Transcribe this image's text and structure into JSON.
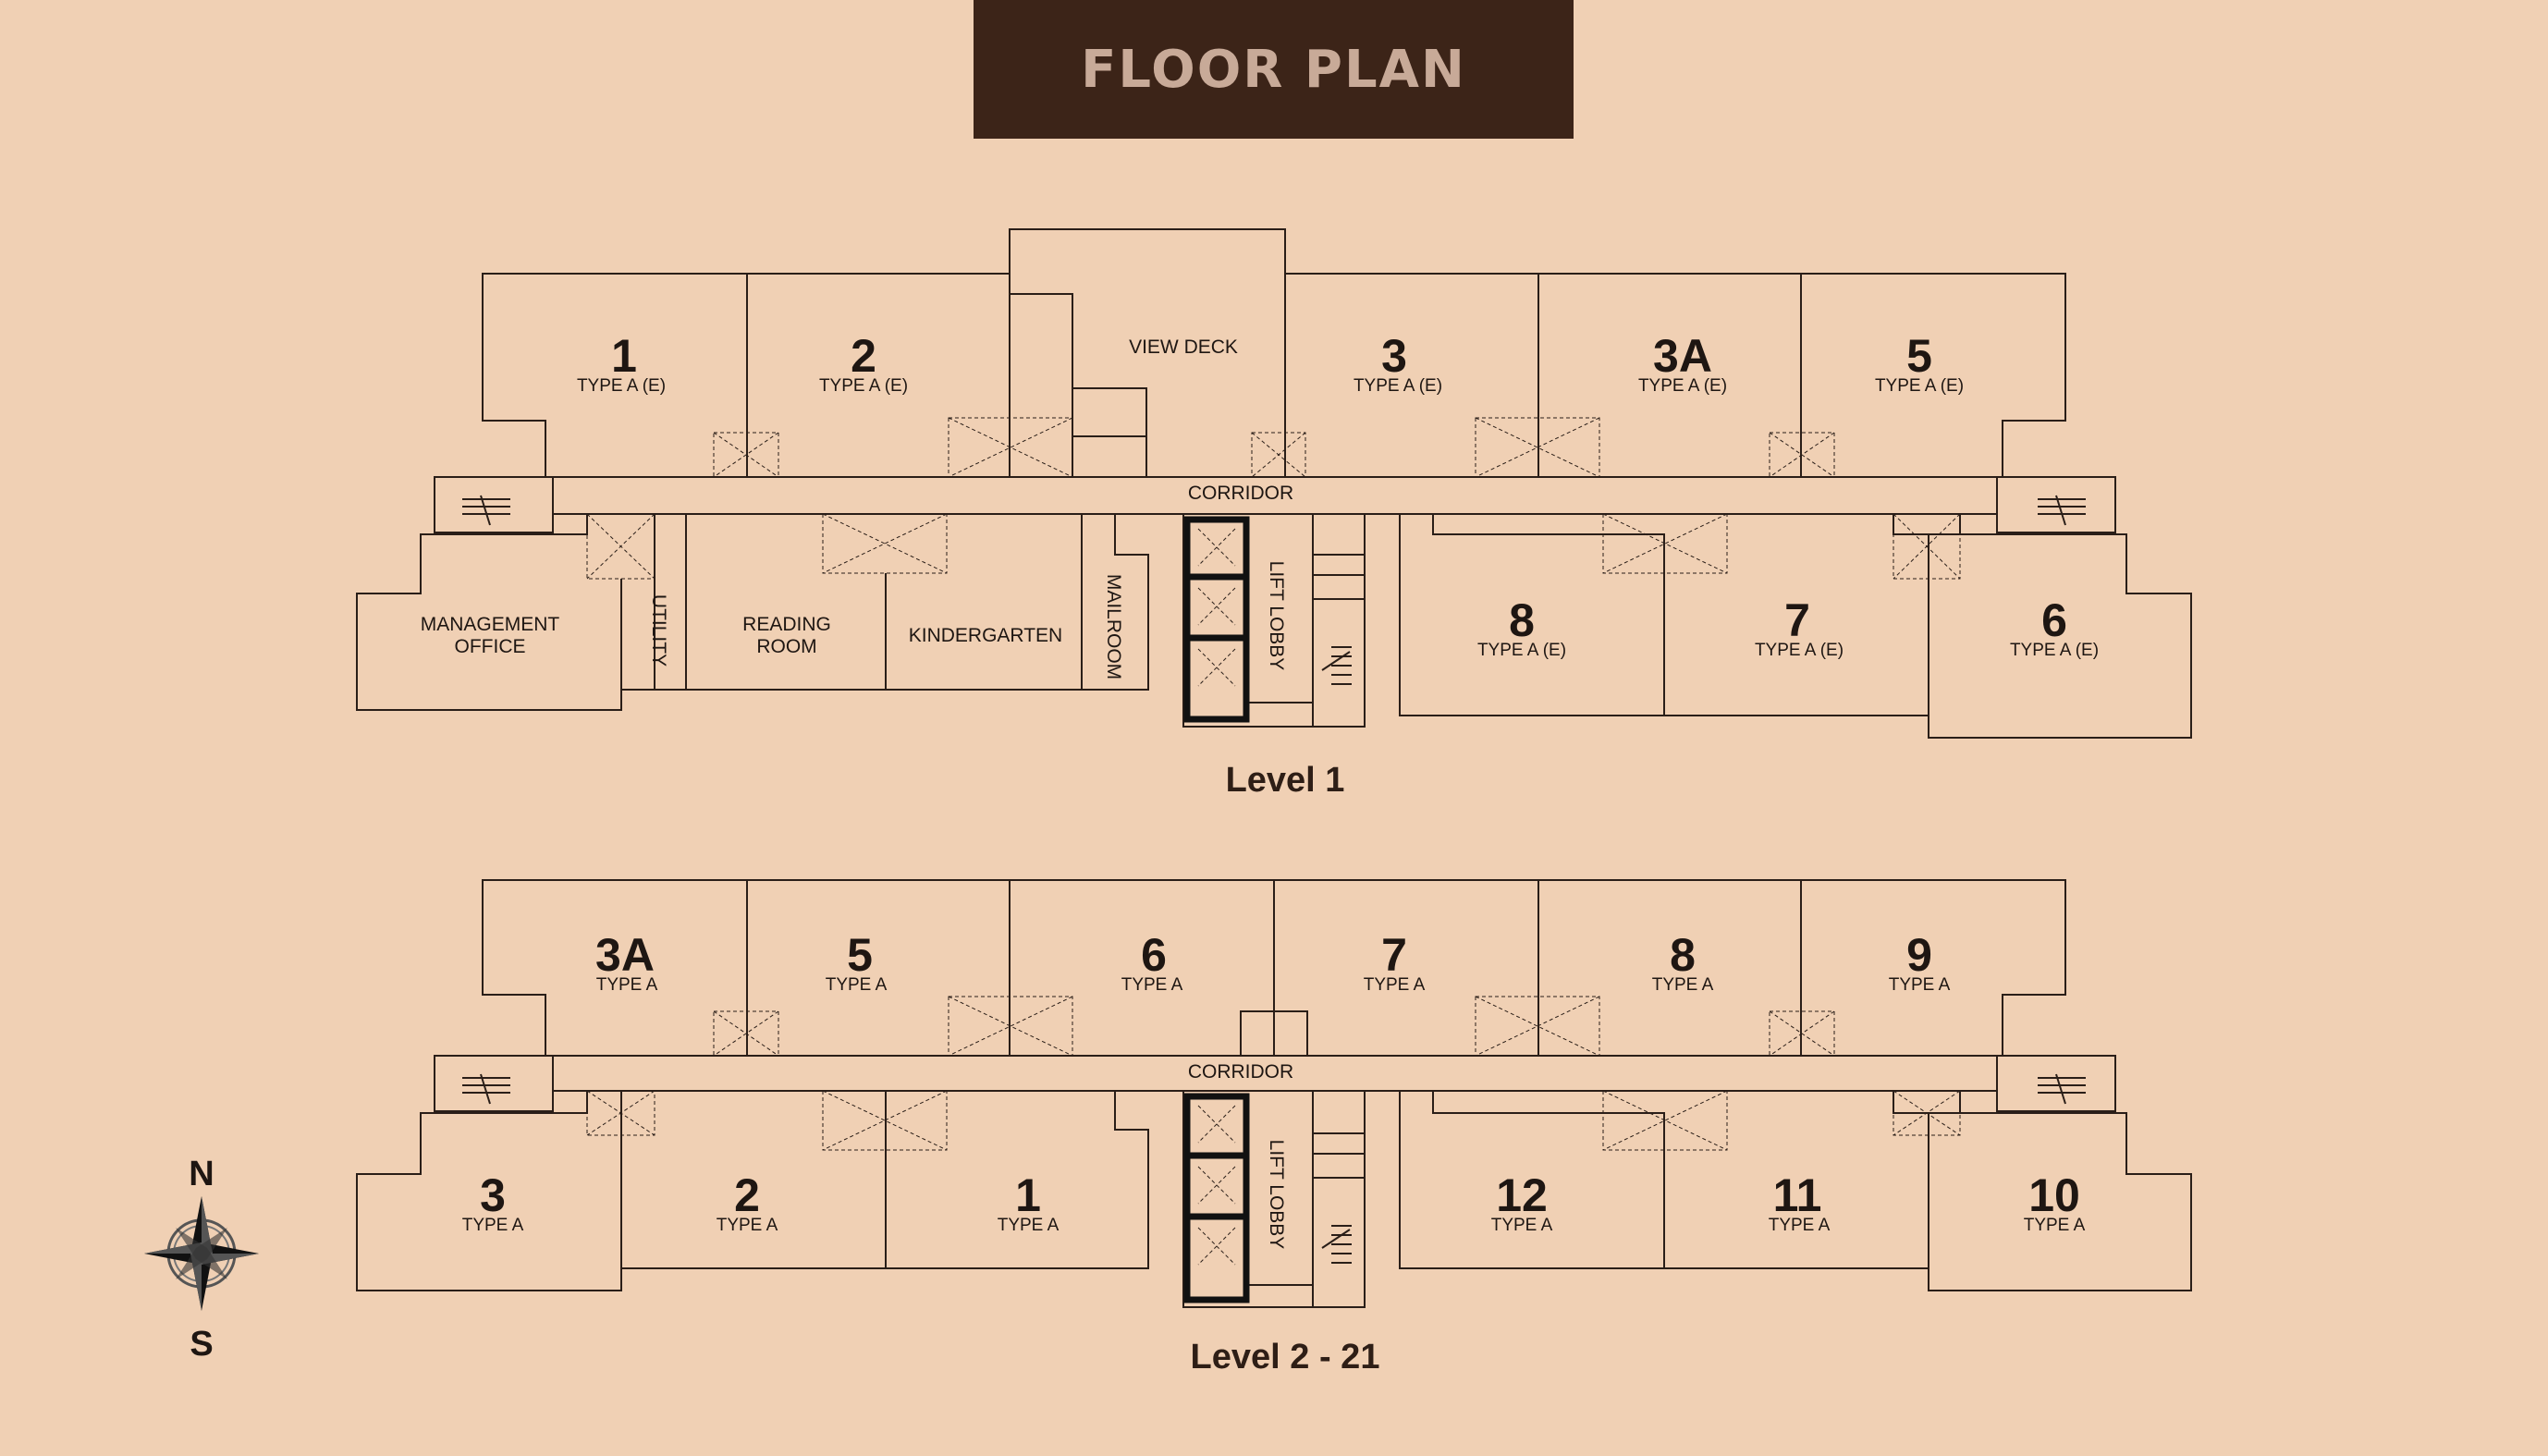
{
  "title": "FLOOR PLAN",
  "level1": {
    "label": "Level 1",
    "corridor": "CORRIDOR",
    "lift_lobby": "LIFT LOBBY",
    "units": [
      {
        "num": "1",
        "type": "TYPE A (E)"
      },
      {
        "num": "2",
        "type": "TYPE A (E)"
      },
      {
        "num": "3",
        "type": "TYPE A (E)"
      },
      {
        "num": "3A",
        "type": "TYPE A (E)"
      },
      {
        "num": "5",
        "type": "TYPE A (E)"
      },
      {
        "num": "8",
        "type": "TYPE A (E)"
      },
      {
        "num": "7",
        "type": "TYPE A (E)"
      },
      {
        "num": "6",
        "type": "TYPE A (E)"
      }
    ],
    "rooms": {
      "view_deck": "VIEW DECK",
      "management_1": "MANAGEMENT",
      "management_2": "OFFICE",
      "utility": "UTILITY",
      "reading_1": "READING",
      "reading_2": "ROOM",
      "kindergarten": "KINDERGARTEN",
      "mailroom": "MAILROOM"
    }
  },
  "level2": {
    "label": "Level 2 - 21",
    "corridor": "CORRIDOR",
    "lift_lobby": "LIFT LOBBY",
    "units": [
      {
        "num": "3A",
        "type": "TYPE A"
      },
      {
        "num": "5",
        "type": "TYPE A"
      },
      {
        "num": "6",
        "type": "TYPE A"
      },
      {
        "num": "7",
        "type": "TYPE A"
      },
      {
        "num": "8",
        "type": "TYPE A"
      },
      {
        "num": "9",
        "type": "TYPE A"
      },
      {
        "num": "3",
        "type": "TYPE A"
      },
      {
        "num": "2",
        "type": "TYPE A"
      },
      {
        "num": "1",
        "type": "TYPE A"
      },
      {
        "num": "12",
        "type": "TYPE A"
      },
      {
        "num": "11",
        "type": "TYPE A"
      },
      {
        "num": "10",
        "type": "TYPE A"
      }
    ]
  },
  "compass": {
    "north": "N",
    "south": "S"
  },
  "colors": {
    "background": "#f0d0b4",
    "title_bar": "#3c2418",
    "title_text": "#c8aa98",
    "lines": "#2a1e18"
  }
}
